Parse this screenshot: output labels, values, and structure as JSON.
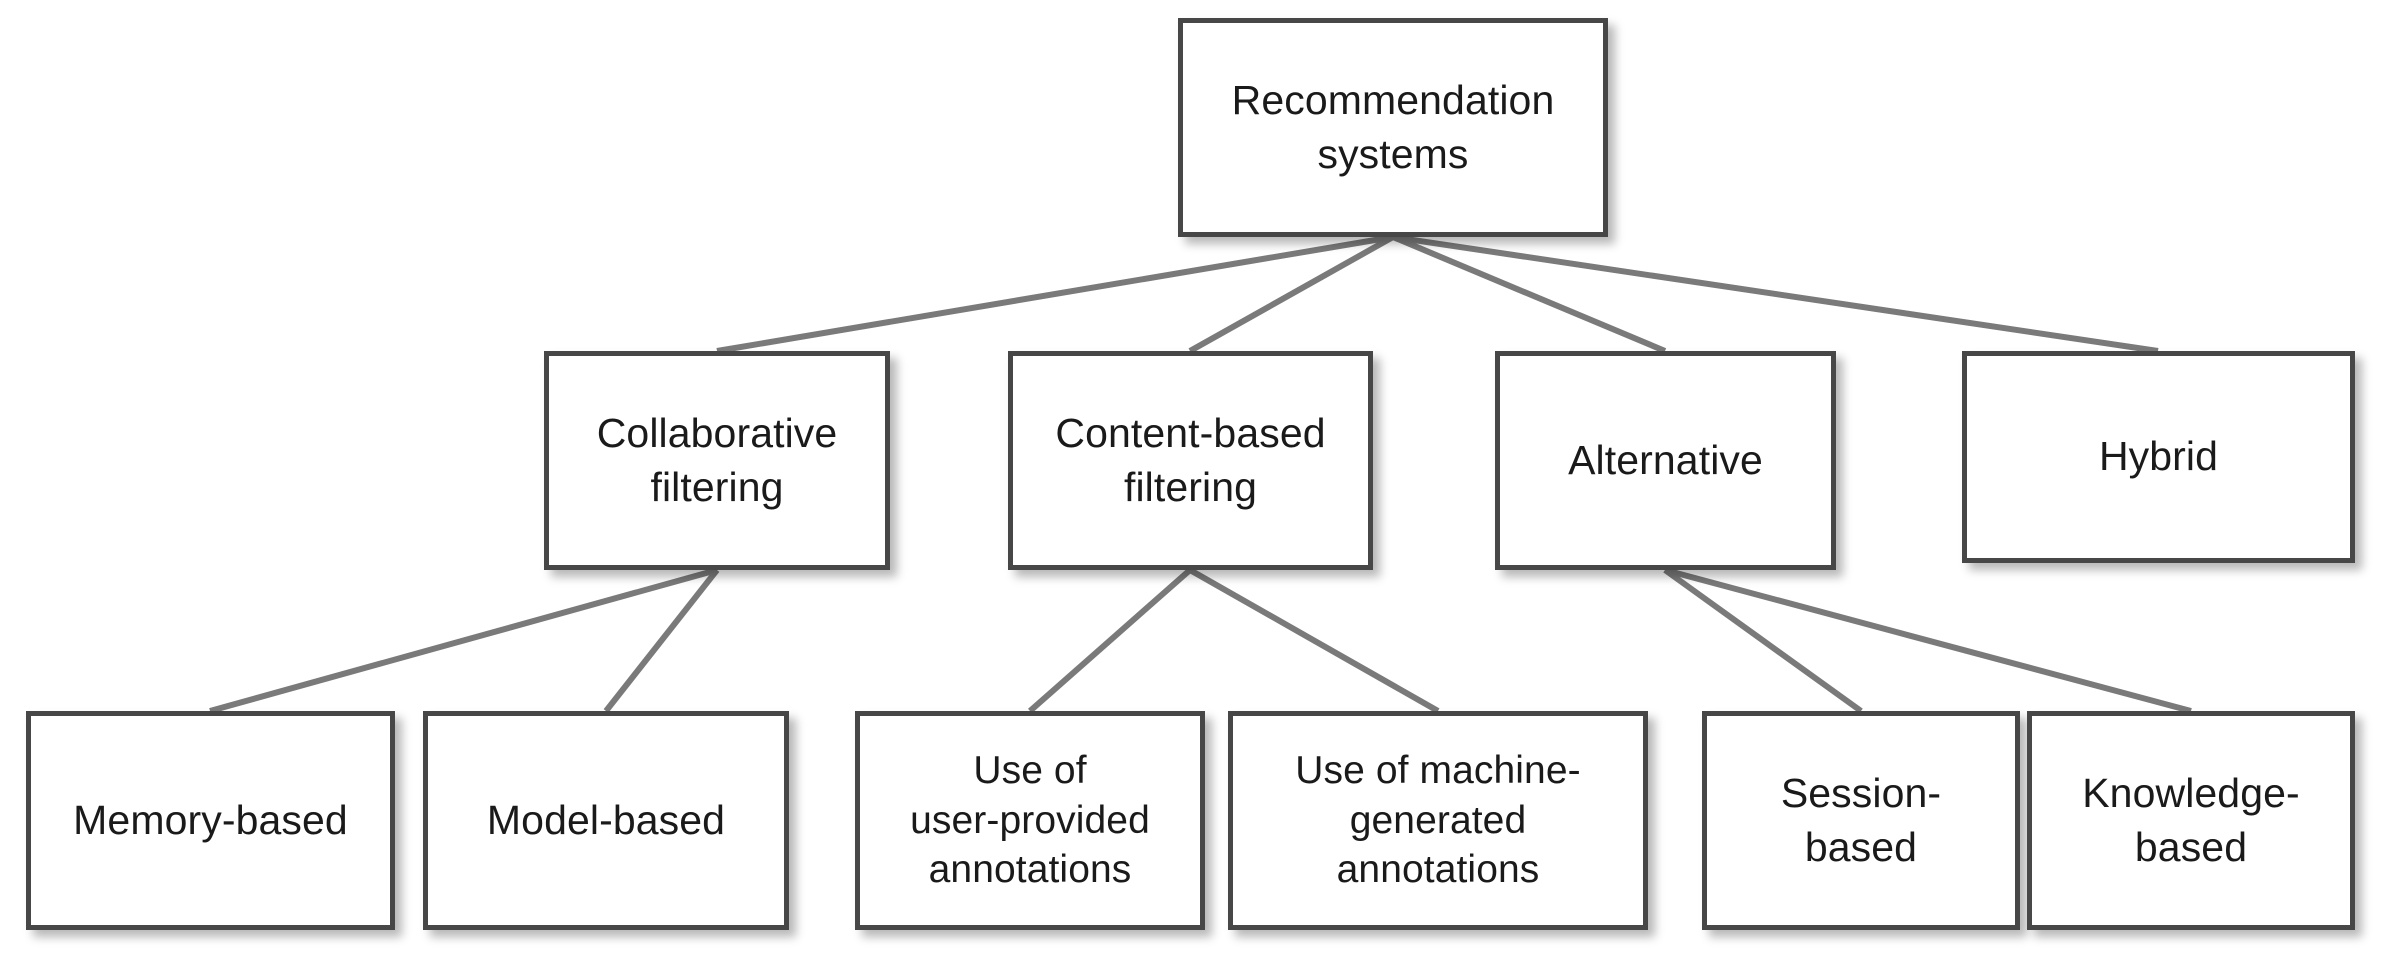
{
  "diagram": {
    "type": "tree",
    "title": "Recommendation systems taxonomy",
    "background_color": "#ffffff",
    "box_fill_color": "#ffffff",
    "box_border_color": "#474747",
    "text_color": "#1a1a1a",
    "edge_color": "#7a7a7a",
    "nodes": {
      "root": {
        "label": "Recommendation\nsystems"
      },
      "collaborative_filtering": {
        "label": "Collaborative\nfiltering"
      },
      "content_based_filtering": {
        "label": "Content-based\nfiltering"
      },
      "alternative": {
        "label": "Alternative"
      },
      "hybrid": {
        "label": "Hybrid"
      },
      "memory_based": {
        "label": "Memory-based"
      },
      "model_based": {
        "label": "Model-based"
      },
      "user_provided_annotations": {
        "label": "Use of\nuser-provided\nannotations"
      },
      "machine_generated_annotations": {
        "label": "Use of machine-\ngenerated\nannotations"
      },
      "session_based": {
        "label": "Session-\nbased"
      },
      "knowledge_based": {
        "label": "Knowledge-\nbased"
      }
    },
    "edges": [
      {
        "from": "root",
        "to": "collaborative_filtering"
      },
      {
        "from": "root",
        "to": "content_based_filtering"
      },
      {
        "from": "root",
        "to": "alternative"
      },
      {
        "from": "root",
        "to": "hybrid"
      },
      {
        "from": "collaborative_filtering",
        "to": "memory_based"
      },
      {
        "from": "collaborative_filtering",
        "to": "model_based"
      },
      {
        "from": "content_based_filtering",
        "to": "user_provided_annotations"
      },
      {
        "from": "content_based_filtering",
        "to": "machine_generated_annotations"
      },
      {
        "from": "alternative",
        "to": "session_based"
      },
      {
        "from": "alternative",
        "to": "knowledge_based"
      }
    ]
  }
}
